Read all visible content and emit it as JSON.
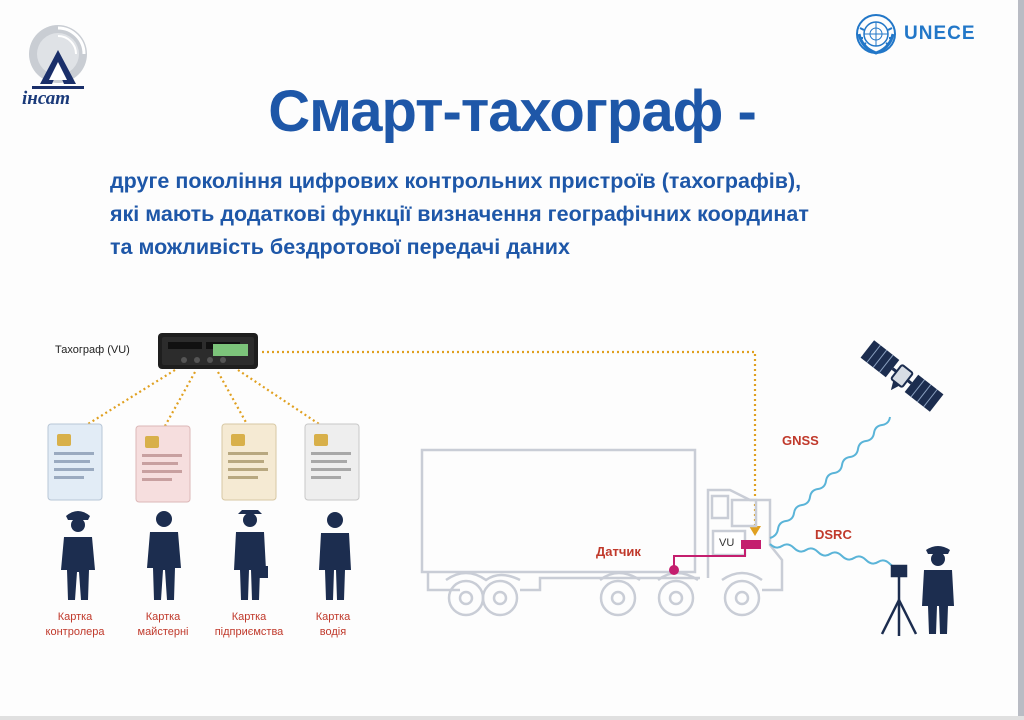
{
  "header": {
    "left_logo_text": "інсат",
    "right_logo_text": "UNECE"
  },
  "title": "Смарт-тахограф -",
  "subtitle_lines": [
    "друге покоління цифрових контрольних пристроїв (тахографів),",
    "які мають додаткові функції визначення географічних координат",
    "та можливість бездротової передачі даних"
  ],
  "diagram": {
    "vu_label": "Тахограф (VU)",
    "cards": [
      {
        "line1": "Картка",
        "line2": "контролера",
        "color": "#e2ecf6"
      },
      {
        "line1": "Картка",
        "line2": "майстерні",
        "color": "#f6dede"
      },
      {
        "line1": "Картка",
        "line2": "підприємства",
        "color": "#f5ead3"
      },
      {
        "line1": "Картка",
        "line2": "водія",
        "color": "#eeeeee"
      }
    ],
    "gnss_label": "GNSS",
    "dsrc_label": "DSRC",
    "sensor_label": "Датчик",
    "vu_box_label": "VU",
    "colors": {
      "accent_blue": "#1e57a8",
      "label_red": "#c0392b",
      "dotted_line": "#e0a020",
      "signal": "#5ab4d8",
      "truck_outline": "#d0d4dc",
      "figure_navy": "#1c2d4f"
    }
  }
}
